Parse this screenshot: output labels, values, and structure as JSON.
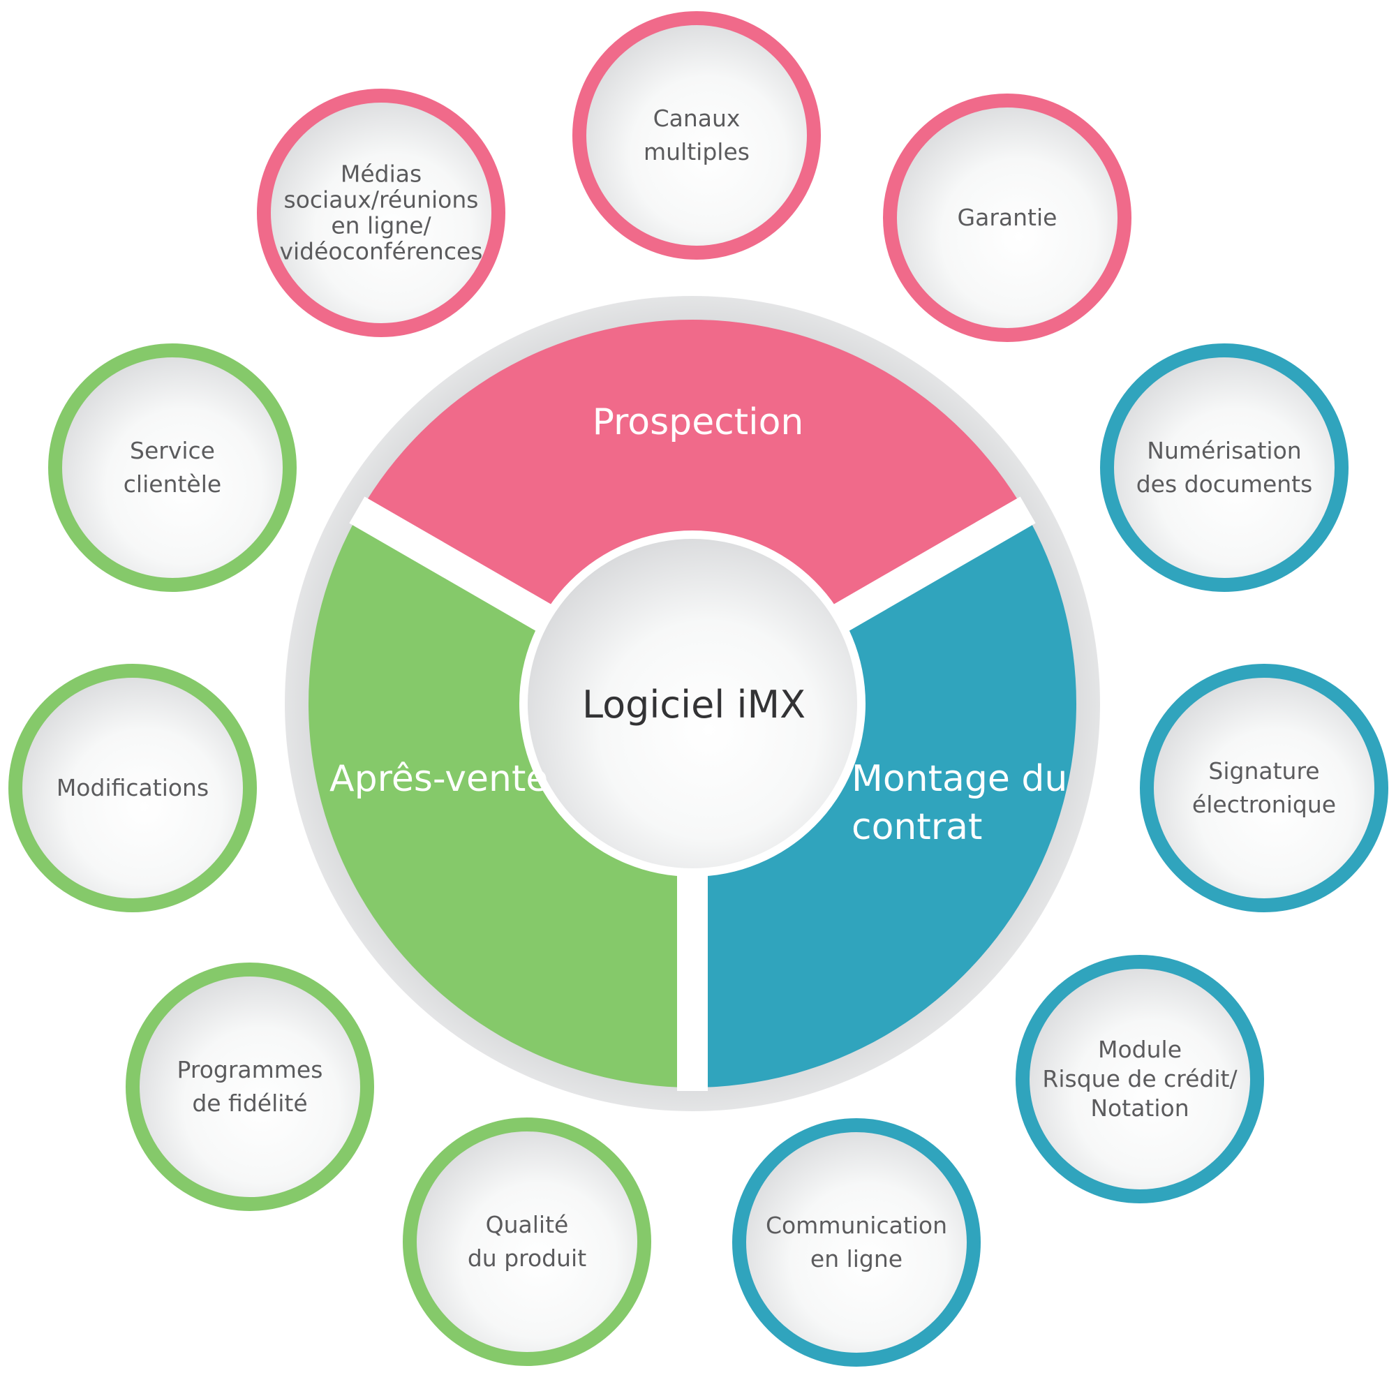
{
  "center": {
    "label": "Logiciel iMX"
  },
  "colors": {
    "prospection": "#f06a8a",
    "apres_vente": "#85c96a",
    "montage": "#30a4bd",
    "ring": "#d9dadc",
    "node_text": "#5b5b5d",
    "center_text": "#333335"
  },
  "segments": [
    {
      "id": "prospection",
      "lines": [
        "Prospection"
      ]
    },
    {
      "id": "apres_vente",
      "lines": [
        "Aprês-vente"
      ]
    },
    {
      "id": "montage",
      "lines": [
        "Montage du",
        "contrat"
      ]
    }
  ],
  "nodes": [
    {
      "id": "canaux",
      "group": "prospection",
      "lines": [
        "Canaux",
        "multiples"
      ]
    },
    {
      "id": "garantie",
      "group": "prospection",
      "lines": [
        "Garantie"
      ]
    },
    {
      "id": "medias",
      "group": "prospection",
      "lines": [
        "Médias",
        "sociaux/réunions",
        "en ligne/",
        "vidéoconférences"
      ]
    },
    {
      "id": "numerisation",
      "group": "montage",
      "lines": [
        "Numérisation",
        "des documents"
      ]
    },
    {
      "id": "signature",
      "group": "montage",
      "lines": [
        "Signature",
        "électronique"
      ]
    },
    {
      "id": "module",
      "group": "montage",
      "lines": [
        "Module",
        "Risque de crédit/",
        "Notation"
      ]
    },
    {
      "id": "communication",
      "group": "montage",
      "lines": [
        "Communication",
        "en ligne"
      ]
    },
    {
      "id": "service",
      "group": "apres_vente",
      "lines": [
        "Service",
        "clientèle"
      ]
    },
    {
      "id": "modifications",
      "group": "apres_vente",
      "lines": [
        "Modifications"
      ]
    },
    {
      "id": "programmes",
      "group": "apres_vente",
      "lines": [
        "Programmes",
        "de fidélité"
      ]
    },
    {
      "id": "qualite",
      "group": "apres_vente",
      "lines": [
        "Qualité",
        "du produit"
      ]
    }
  ]
}
